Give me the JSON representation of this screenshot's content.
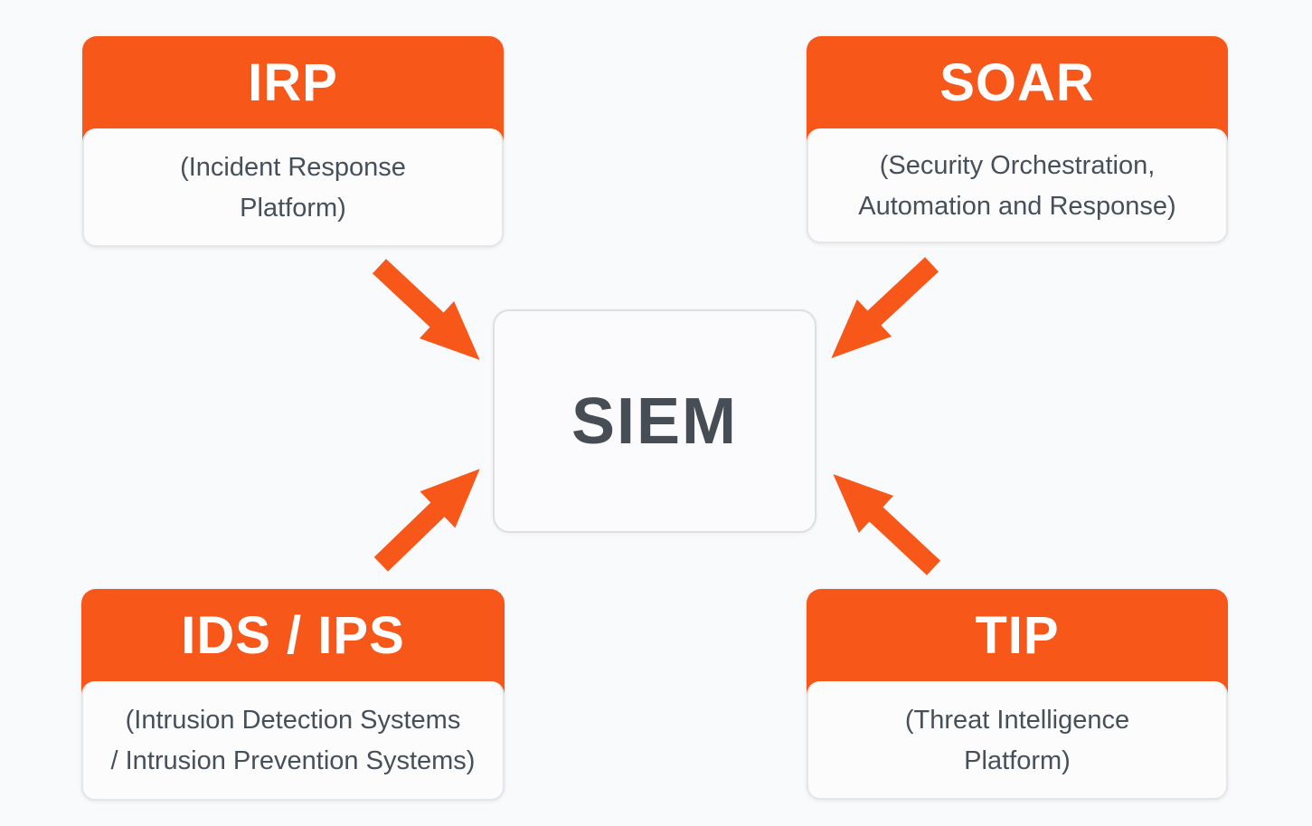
{
  "diagram": {
    "background_color": "#F9FAFB",
    "accent_color": "#F8571A",
    "body_text_color": "#46505A",
    "center_node": {
      "label": "SIEM"
    },
    "nodes": [
      {
        "abbr": "IRP",
        "full": "(Incident Response\nPlatform)"
      },
      {
        "abbr": "SOAR",
        "full": "(Security Orchestration,\nAutomation and Response)"
      },
      {
        "abbr": "IDS / IPS",
        "full": "(Intrusion Detection Systems\n/ Intrusion Prevention Systems)"
      },
      {
        "abbr": "TIP",
        "full": "(Threat Intelligence\nPlatform)"
      }
    ],
    "arrows": [
      {
        "name": "irp-to-siem",
        "direction": "down-right"
      },
      {
        "name": "soar-to-siem",
        "direction": "down-left"
      },
      {
        "name": "ids-ips-to-siem",
        "direction": "up-right"
      },
      {
        "name": "tip-to-siem",
        "direction": "up-left"
      }
    ]
  }
}
